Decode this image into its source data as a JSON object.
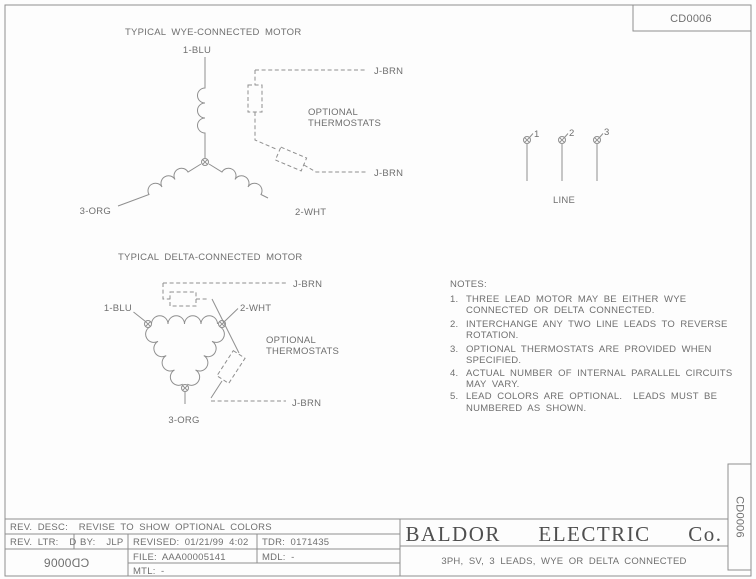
{
  "colors": {
    "background": "#fdfdfd",
    "line": "#8f8f8f",
    "text": "#6f6f6f",
    "company_text": "#4f4f4f"
  },
  "header": {
    "drawing_number": "CD0006"
  },
  "wye": {
    "title": "TYPICAL WYE-CONNECTED MOTOR",
    "lead_1": "1-BLU",
    "lead_2": "2-WHT",
    "lead_3": "3-ORG",
    "thermostat_lead_top": "J-BRN",
    "thermostat_lead_bottom": "J-BRN",
    "thermostat_label_1": "OPTIONAL",
    "thermostat_label_2": "THERMOSTATS"
  },
  "delta": {
    "title": "TYPICAL DELTA-CONNECTED MOTOR",
    "lead_1": "1-BLU",
    "lead_2": "2-WHT",
    "lead_3": "3-ORG",
    "thermostat_lead_top": "J-BRN",
    "thermostat_lead_bottom": "J-BRN",
    "thermostat_label_1": "OPTIONAL",
    "thermostat_label_2": "THERMOSTATS"
  },
  "line_terminals": {
    "label": "LINE",
    "numbers": [
      "1",
      "2",
      "3"
    ]
  },
  "notes": {
    "heading": "NOTES:",
    "items": [
      {
        "num": "1.",
        "line1": "THREE LEAD MOTOR MAY BE EITHER WYE",
        "line2": "CONNECTED OR DELTA CONNECTED."
      },
      {
        "num": "2.",
        "line1": "INTERCHANGE ANY TWO LINE LEADS TO REVERSE",
        "line2": "ROTATION."
      },
      {
        "num": "3.",
        "line1": "OPTIONAL THERMOSTATS ARE PROVIDED WHEN",
        "line2": "SPECIFIED."
      },
      {
        "num": "4.",
        "line1": "ACTUAL NUMBER OF INTERNAL PARALLEL CIRCUITS",
        "line2": "MAY VARY."
      },
      {
        "num": "5.",
        "line1": "LEAD COLORS ARE OPTIONAL.  LEADS MUST BE",
        "line2": "NUMBERED AS SHOWN."
      }
    ]
  },
  "title_block": {
    "rev_desc": "REV. DESC:  REVISE TO SHOW OPTIONAL COLORS",
    "rev_ltr": "REV. LTR:  D",
    "by": "BY:  JLP",
    "revised": "REVISED: 01/21/99 4:02",
    "tdr": "TDR: 0171435",
    "file": "FILE: AAA00005141",
    "mdl": "MDL: -",
    "mtl": "MTL: -",
    "drawing_number_inverted": "CD0006",
    "company": "BALDOR  ELECTRIC  Co.",
    "description": "3PH, SV, 3 LEADS, WYE OR DELTA CONNECTED",
    "side_tab": "CD0006"
  }
}
